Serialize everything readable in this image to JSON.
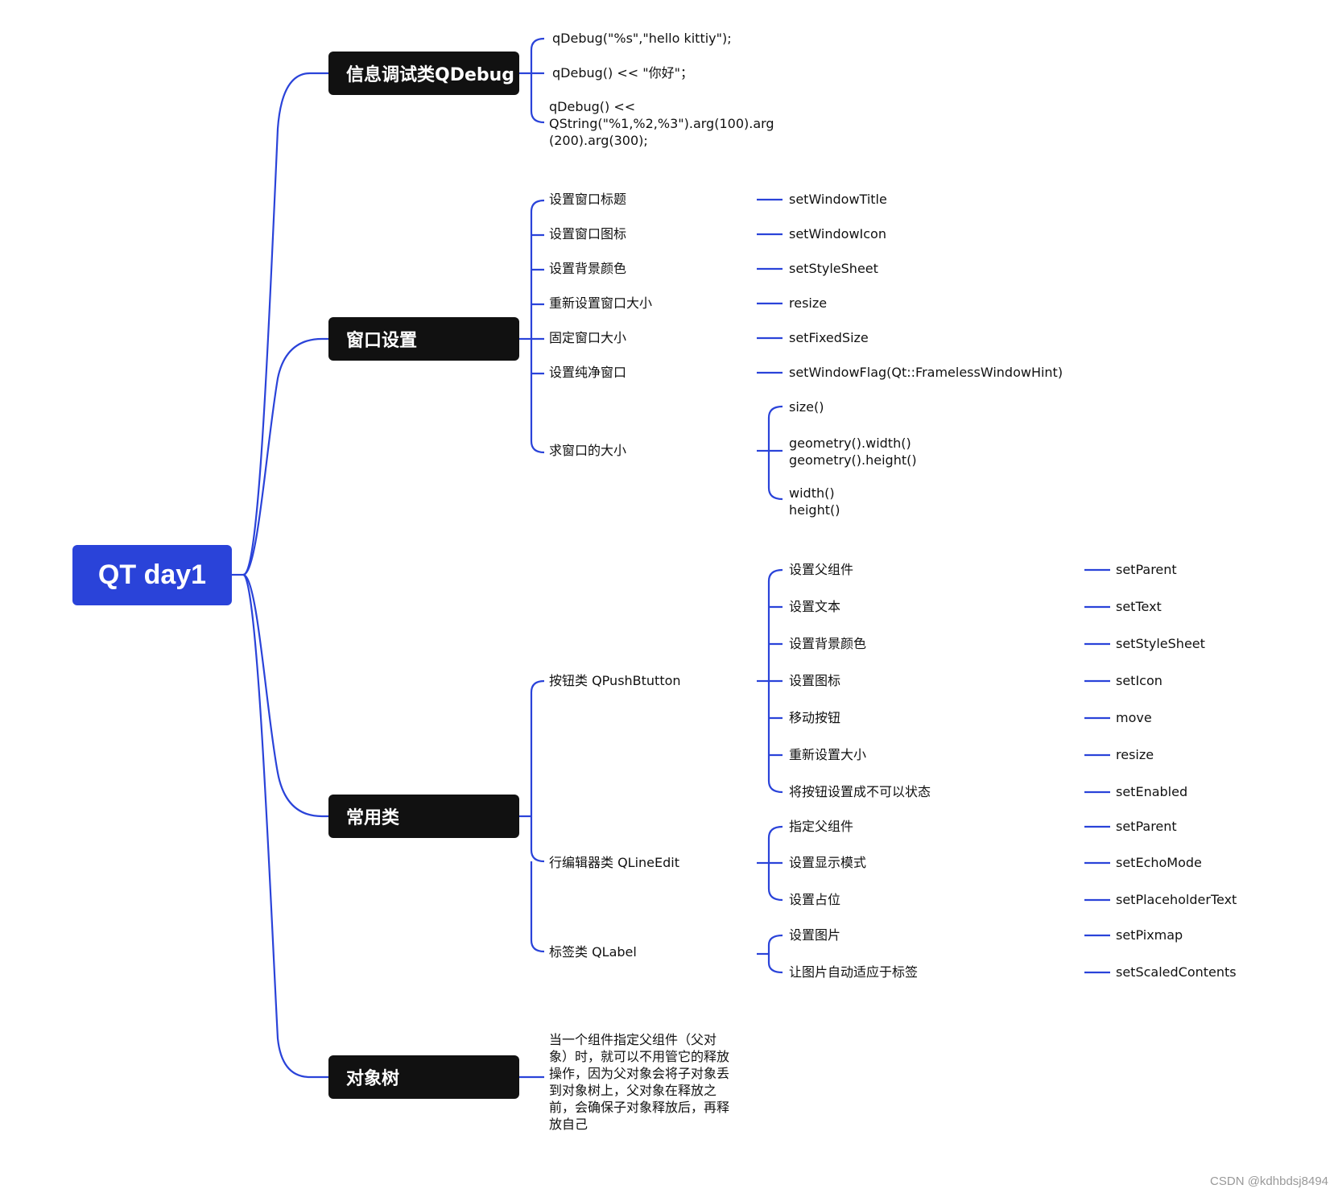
{
  "root": "QT day1",
  "topics": {
    "debug": "信息调试类QDebug",
    "window": "窗口设置",
    "common": "常用类",
    "tree": "对象树"
  },
  "debug": {
    "line1": "qDebug(\"%s\",\"hello kittiy\");",
    "line2": "qDebug() << \"你好\"；",
    "line3": "qDebug() <<\nQString(\"%1,%2,%3\").arg(100).arg\n(200).arg(300);"
  },
  "window": {
    "items": [
      {
        "label": "设置窗口标题",
        "api": "setWindowTitle"
      },
      {
        "label": "设置窗口图标",
        "api": "setWindowIcon"
      },
      {
        "label": "设置背景颜色",
        "api": "setStyleSheet"
      },
      {
        "label": "重新设置窗口大小",
        "api": "resize"
      },
      {
        "label": "固定窗口大小",
        "api": "setFixedSize"
      },
      {
        "label": "设置纯净窗口",
        "api": "setWindowFlag(Qt::FramelessWindowHint)"
      }
    ],
    "size_label": "求窗口的大小",
    "size_apis": [
      "size()",
      "geometry().width()\ngeometry().height()",
      "width()\nheight()"
    ]
  },
  "common": {
    "button": {
      "label": "按钮类  QPushBtutton",
      "items": [
        {
          "label": "设置父组件",
          "api": "setParent"
        },
        {
          "label": "设置文本",
          "api": "setText"
        },
        {
          "label": "设置背景颜色",
          "api": "setStyleSheet"
        },
        {
          "label": "设置图标",
          "api": "setIcon"
        },
        {
          "label": "移动按钮",
          "api": "move"
        },
        {
          "label": "重新设置大小",
          "api": "resize"
        },
        {
          "label": "将按钮设置成不可以状态",
          "api": "setEnabled"
        }
      ]
    },
    "lineedit": {
      "label": "行编辑器类 QLineEdit",
      "items": [
        {
          "label": "指定父组件",
          "api": "setParent"
        },
        {
          "label": "设置显示模式",
          "api": "setEchoMode"
        },
        {
          "label": "设置占位",
          "api": "setPlaceholderText"
        }
      ]
    },
    "label": {
      "label": "标签类 QLabel",
      "items": [
        {
          "label": "设置图片",
          "api": "setPixmap"
        },
        {
          "label": "让图片自动适应于标签",
          "api": "setScaledContents"
        }
      ]
    }
  },
  "tree": {
    "text": "当一个组件指定父组件（父对\n象）时，就可以不用管它的释放\n操作，因为父对象会将子对象丢\n到对象树上，父对象在释放之\n前，会确保子对象释放后，再释\n放自己"
  },
  "watermark": "CSDN @kdhbdsj8494",
  "colors": {
    "accent": "#2a43d9",
    "topic_bg": "#111111",
    "line": "#2a43d9"
  }
}
